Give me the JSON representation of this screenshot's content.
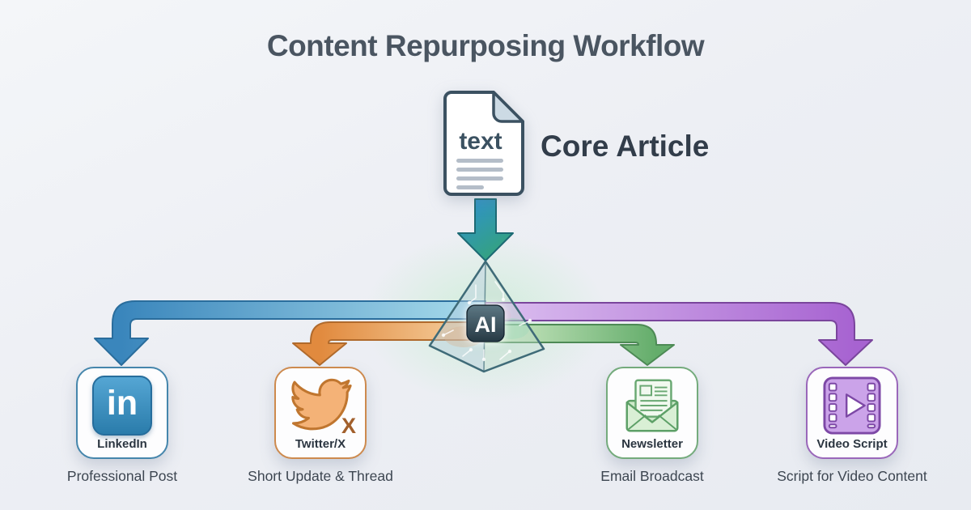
{
  "title": "Content Repurposing Workflow",
  "source": {
    "doc_text": "text",
    "label": "Core Article"
  },
  "ai": {
    "label": "AI"
  },
  "targets": [
    {
      "id": "linkedin",
      "label": "LinkedIn",
      "caption": "Professional Post",
      "accent": "#2e86b8",
      "logo_text": "in"
    },
    {
      "id": "twitter-x",
      "label": "Twitter/X",
      "caption": "Short Update & Thread",
      "accent": "#dd8a44",
      "x_mark": "X"
    },
    {
      "id": "newsletter",
      "label": "Newsletter",
      "caption": "Email Broadcast",
      "accent": "#5da067"
    },
    {
      "id": "video",
      "label": "Video Script",
      "caption": "Script for Video Content",
      "accent": "#8a52b0"
    }
  ],
  "colors": {
    "arrow_blue": "#3a86bc",
    "arrow_orange": "#e18a3e",
    "arrow_green": "#64ad6b",
    "arrow_purple": "#a763d1",
    "doc_arrow_start": "#2f93c8",
    "doc_arrow_end": "#35a475",
    "title_text": "#4a5561",
    "background": "#edeff4"
  }
}
